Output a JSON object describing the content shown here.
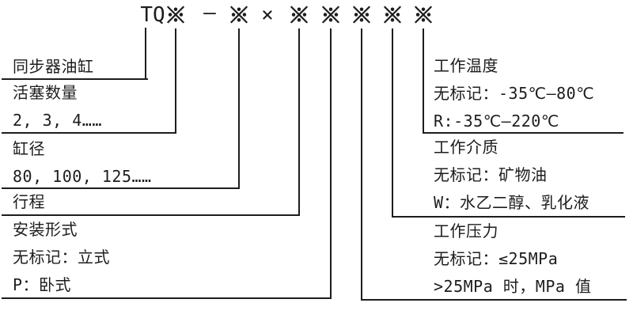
{
  "code": {
    "prefix": "TQ",
    "ref_mark": "※",
    "dash": "—",
    "times": "×",
    "full_code": "TQ ※ — ※ × ※ ※ ※ ※ ※"
  },
  "left_blocks": [
    {
      "lines": [
        "同步器油缸"
      ]
    },
    {
      "lines": [
        "活塞数量",
        "2, 3, 4……"
      ]
    },
    {
      "lines": [
        "缸径",
        "80, 100, 125……"
      ]
    },
    {
      "lines": [
        "行程"
      ]
    },
    {
      "lines": [
        "安装形式",
        "无标记：立式",
        "P：卧式"
      ]
    }
  ],
  "right_blocks": [
    {
      "lines": [
        "工作温度",
        "无标记：-35℃—80℃",
        "R:-35℃—220℃"
      ]
    },
    {
      "lines": [
        "工作介质",
        "无标记：矿物油",
        "W：水乙二醇、乳化液"
      ]
    },
    {
      "lines": [
        "工作压力",
        "无标记：≤25MPa",
        ">25MPa 时，MPa 值"
      ]
    }
  ],
  "colors": {
    "ink": "#1d1d1d",
    "background": "#ffffff"
  }
}
